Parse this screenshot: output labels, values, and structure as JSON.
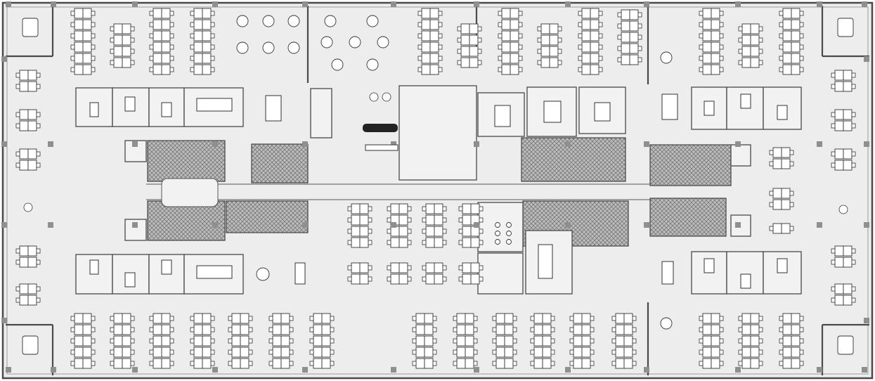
{
  "plan": {
    "colors": {
      "background": "#ffffff",
      "floor": "#ededed",
      "walls": "#4a4a4a",
      "core_hatch": "#8a8a8a",
      "columns": "#8f8f8f",
      "furniture_stroke": "#333333"
    },
    "symbols": [
      "workstation-cluster",
      "conference-table",
      "round-table",
      "private-office",
      "building-core",
      "column"
    ]
  }
}
